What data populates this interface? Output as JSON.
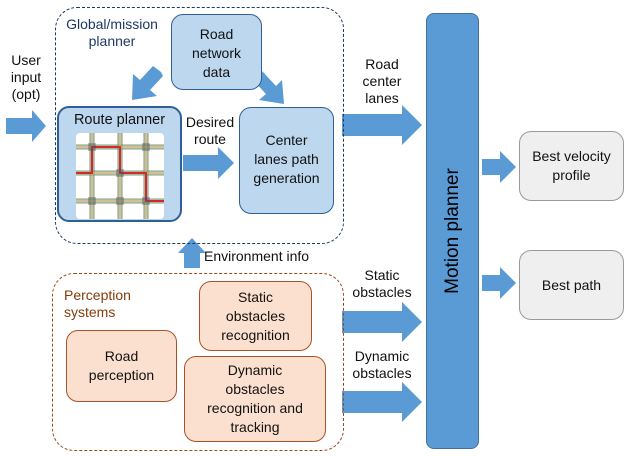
{
  "user_input": [
    "User",
    "input",
    "(opt)"
  ],
  "global_planner": {
    "label": [
      "Global/mission",
      "planner"
    ],
    "road_network": [
      "Road",
      "network",
      "data"
    ],
    "route_planner": "Route planner",
    "desired_route": [
      "Desired",
      "route"
    ],
    "center_lanes": [
      "Center",
      "lanes path",
      "generation"
    ]
  },
  "environment_info": "Environment info",
  "road_center_lanes": [
    "Road",
    "center",
    "lanes"
  ],
  "static_obstacles": [
    "Static",
    "obstacles"
  ],
  "dynamic_obstacles": [
    "Dynamic",
    "obstacles"
  ],
  "perception": {
    "label": [
      "Perception",
      "systems"
    ],
    "road_perception": [
      "Road",
      "perception"
    ],
    "static_recognition": [
      "Static",
      "obstacles",
      "recognition"
    ],
    "dynamic_recognition": [
      "Dynamic",
      "obstacles",
      "recognition and",
      "tracking"
    ]
  },
  "motion_planner": "Motion planner",
  "outputs": {
    "best_velocity": [
      "Best velocity",
      "profile"
    ],
    "best_path": "Best path"
  },
  "colors": {
    "arrow": "#5b9bd5",
    "motion_planner": "#5b9bd5",
    "blue_box": "#bdd7ee",
    "peach_box": "#fbe0cf",
    "grey_box": "#efefef"
  }
}
